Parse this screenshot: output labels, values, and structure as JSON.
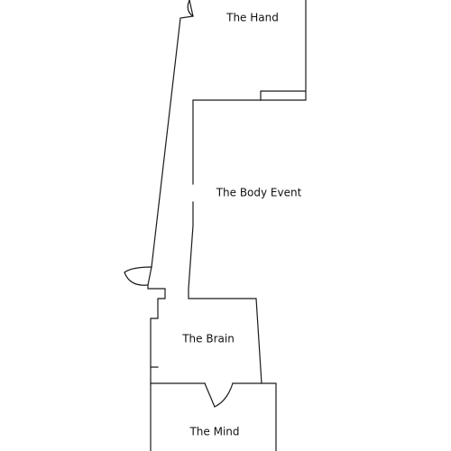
{
  "floor_plan": {
    "rooms": [
      {
        "id": "hand",
        "label": "The Hand"
      },
      {
        "id": "body",
        "label": "The Body Event"
      },
      {
        "id": "brain",
        "label": "The Brain"
      },
      {
        "id": "mind",
        "label": "The Mind"
      }
    ],
    "line_color": "#1a1a1a",
    "background": "#ffffff"
  }
}
